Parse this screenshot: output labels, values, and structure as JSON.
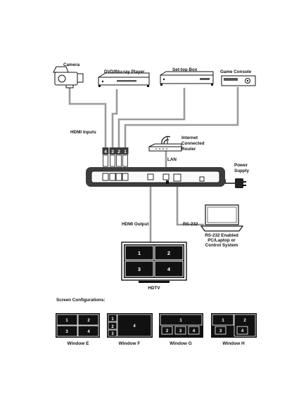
{
  "devices": {
    "camera": "Camera",
    "dvd": "DVD/Blu-ray Player",
    "settop": "Set-top Box",
    "console": "Game Console",
    "router": [
      "Internet",
      "Connected",
      "Router"
    ],
    "power": [
      "Power",
      "Supply"
    ],
    "pc": [
      "RS-232 Enabled",
      "PC/Laptop or",
      "Control System"
    ],
    "hdtv": "HDTV"
  },
  "links": {
    "hdmi_inputs": "HDMI Inputs",
    "lan": "LAN",
    "hdmi_output": "HDMI Output",
    "rs232": "RS-232"
  },
  "input_ports": [
    "4",
    "3",
    "2",
    "1"
  ],
  "tv_windows": [
    "1",
    "2",
    "3",
    "4"
  ],
  "screen_configurations": {
    "title": "Screen Configurations:",
    "window_e": {
      "caption": "Window E",
      "windows": [
        "1",
        "2",
        "3",
        "4"
      ]
    },
    "window_f": {
      "caption": "Window F",
      "windows": [
        "1",
        "2",
        "3",
        "4"
      ]
    },
    "window_g": {
      "caption": "Window G",
      "windows": [
        "1",
        "2",
        "3",
        "4"
      ]
    },
    "window_h": {
      "caption": "Window H",
      "windows": [
        "1",
        "2",
        "3",
        "4"
      ]
    }
  }
}
